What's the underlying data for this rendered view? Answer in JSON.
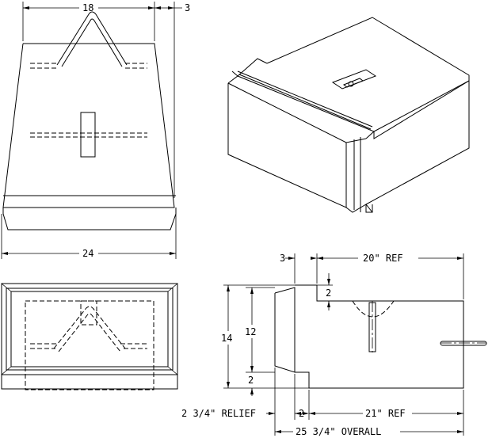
{
  "dimensions": {
    "top_width": "18",
    "top_offset": "3",
    "bottom_width": "24",
    "side_offset": "3",
    "ref_20": "20\" REF",
    "step_2": "2",
    "height_14": "14",
    "height_12": "12",
    "bottom_2": "2",
    "relief": "2 3/4\" RELIEF",
    "mid_2": "2",
    "ref_21": "21\" REF",
    "overall": "25 3/4\" OVERALL"
  }
}
